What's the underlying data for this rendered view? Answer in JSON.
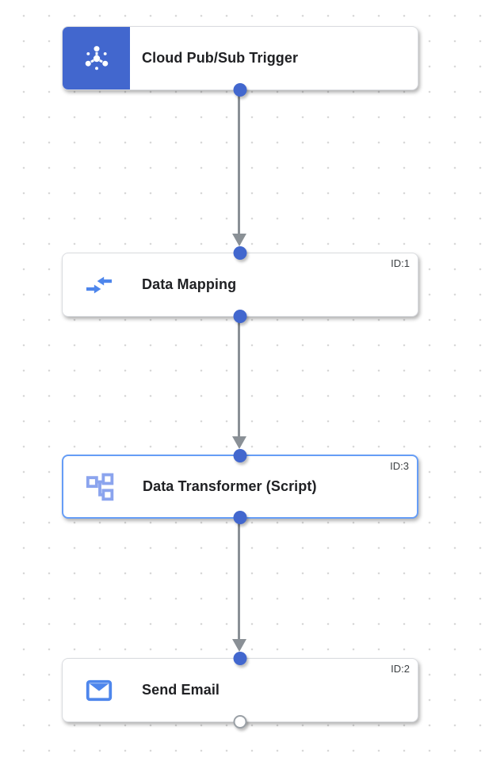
{
  "canvas": {
    "type": "workflow-editor-canvas"
  },
  "colors": {
    "node_blue": "#4267ce",
    "selected_border": "#669df6",
    "icon_blue": "#4e86ec",
    "icon_light_blue": "#8ba4ee",
    "edge_gray": "#8a9096",
    "node_border": "#dadce0",
    "title_color": "#202124",
    "id_color": "#3c4043",
    "grid_dot": "#d8d8d8",
    "handle_gray_border": "#9aa0a6"
  },
  "nodes": [
    {
      "title": "Cloud Pub/Sub Trigger",
      "kind": "trigger",
      "icon": "cloud-pubsub-icon",
      "selected": false
    },
    {
      "title": "Data Mapping",
      "id_label": "ID:1",
      "kind": "task",
      "icon": "data-mapping-icon",
      "selected": false
    },
    {
      "title": "Data Transformer (Script)",
      "id_label": "ID:3",
      "kind": "task",
      "icon": "data-transformer-icon",
      "selected": true
    },
    {
      "title": "Send Email",
      "id_label": "ID:2",
      "kind": "task",
      "icon": "send-email-icon",
      "selected": false
    }
  ],
  "edges": [
    {
      "from": "Cloud Pub/Sub Trigger",
      "to": "Data Mapping"
    },
    {
      "from": "Data Mapping",
      "to": "Data Transformer (Script)"
    },
    {
      "from": "Data Transformer (Script)",
      "to": "Send Email"
    }
  ]
}
